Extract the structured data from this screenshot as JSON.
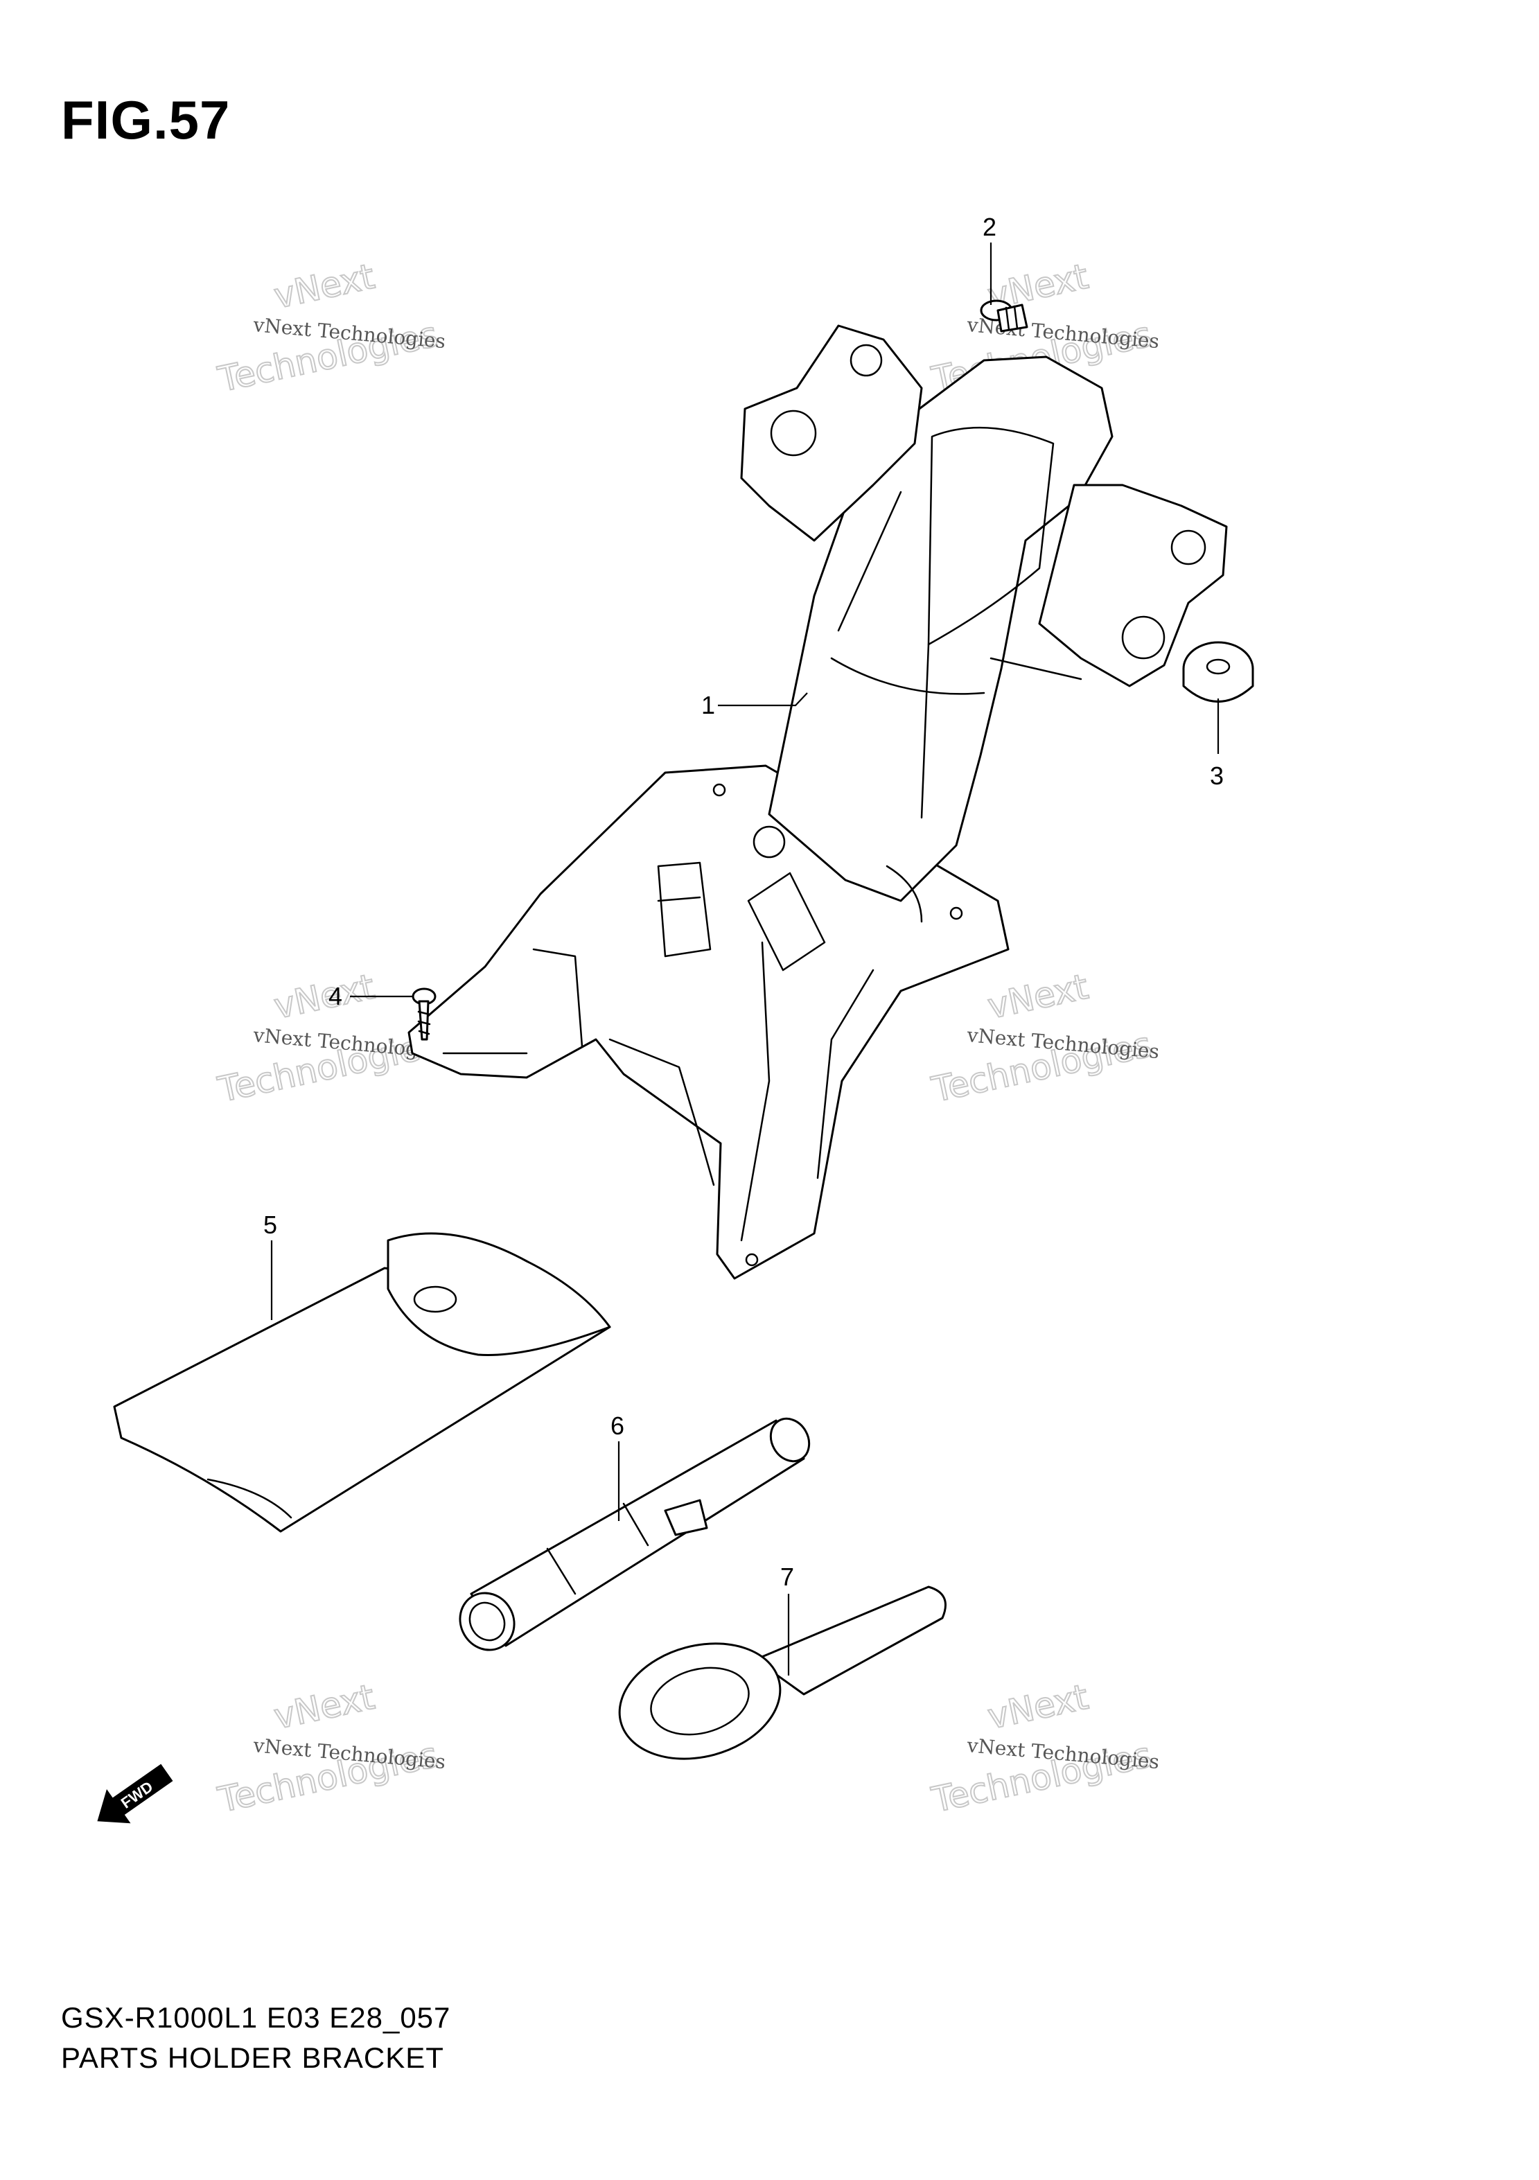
{
  "figure": {
    "title": "FIG.57"
  },
  "footer": {
    "model_code": "GSX-R1000L1 E03 E28_057",
    "diagram_name": "PARTS HOLDER BRACKET"
  },
  "callouts": {
    "c1": "1",
    "c2": "2",
    "c3": "3",
    "c4": "4",
    "c5": "5",
    "c6": "6",
    "c7": "7"
  },
  "fwd_badge": "FWD",
  "watermark": {
    "line1": "vNext Technologies",
    "line2a": "vNext",
    "line2b": "Technologies"
  }
}
